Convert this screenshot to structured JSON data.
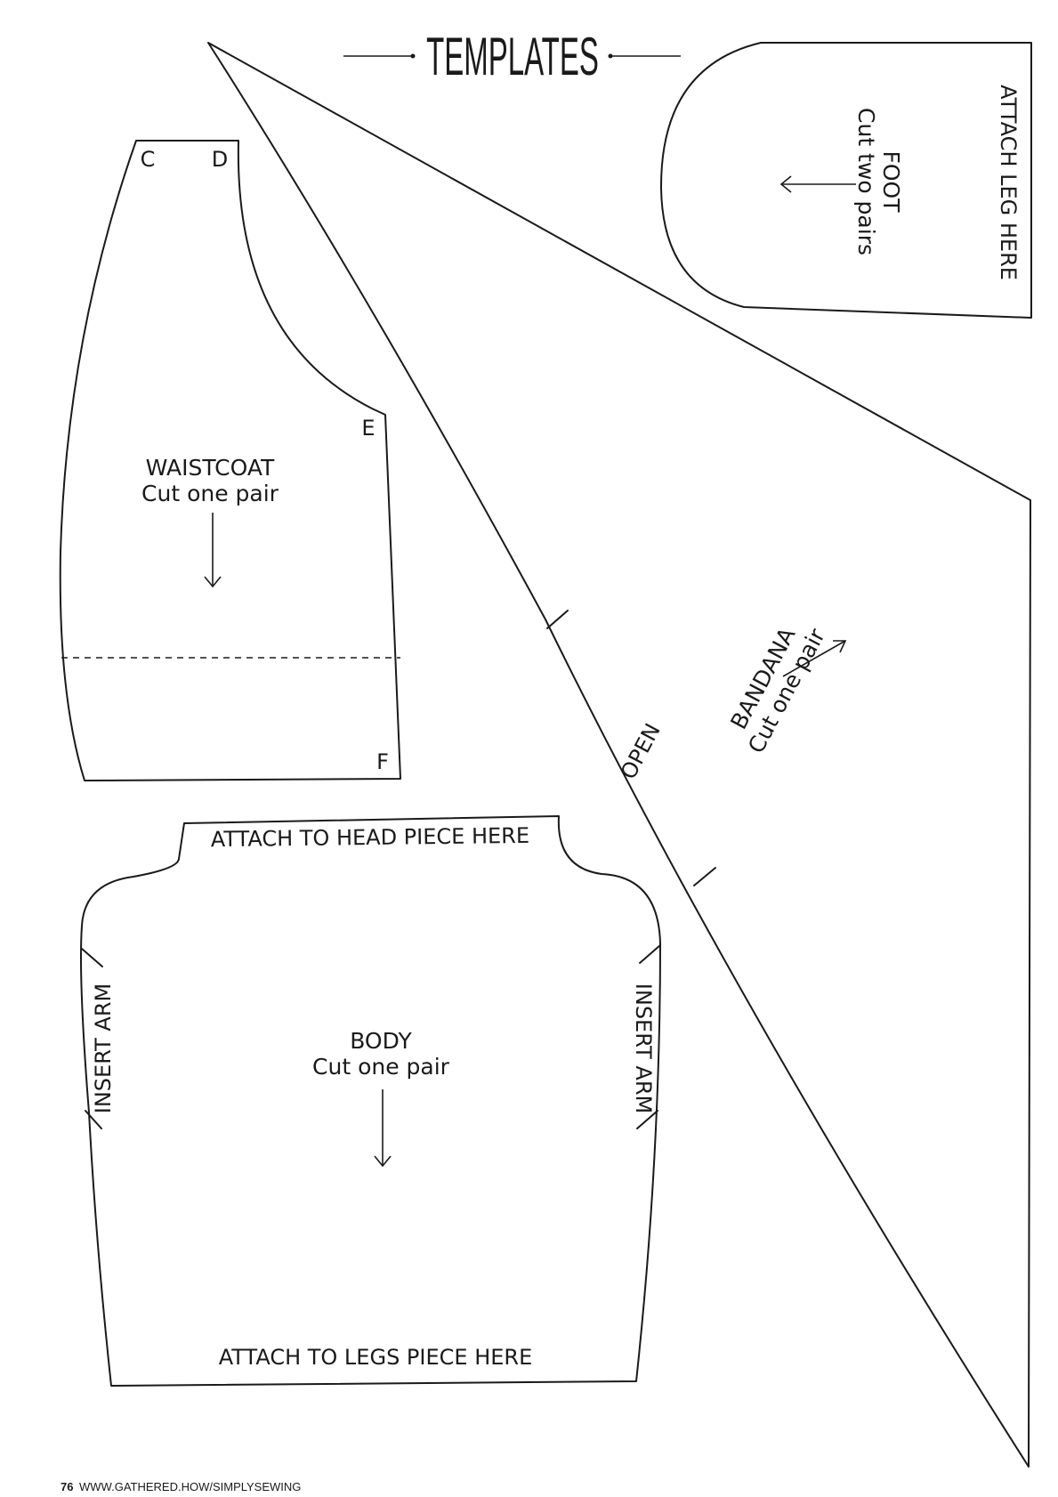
{
  "header": {
    "title": "TEMPLATES"
  },
  "pieces": {
    "foot": {
      "name": "FOOT",
      "instruction": "Cut two pairs",
      "edge_label": "ATTACH LEG HERE"
    },
    "waistcoat": {
      "name": "WAISTCOAT",
      "instruction": "Cut one pair",
      "points": {
        "c": "C",
        "d": "D",
        "e": "E",
        "f": "F"
      }
    },
    "bandana": {
      "name": "BANDANA",
      "instruction": "Cut one pair",
      "open_label": "OPEN"
    },
    "body": {
      "name": "BODY",
      "instruction": "Cut one pair",
      "top_label": "ATTACH TO HEAD PIECE HERE",
      "bottom_label": "ATTACH TO LEGS PIECE HERE",
      "left_label": "INSERT ARM",
      "right_label": "INSERT ARM"
    }
  },
  "footer": {
    "page_number": "76",
    "url": "WWW.GATHERED.HOW/SIMPLYSEWING"
  }
}
